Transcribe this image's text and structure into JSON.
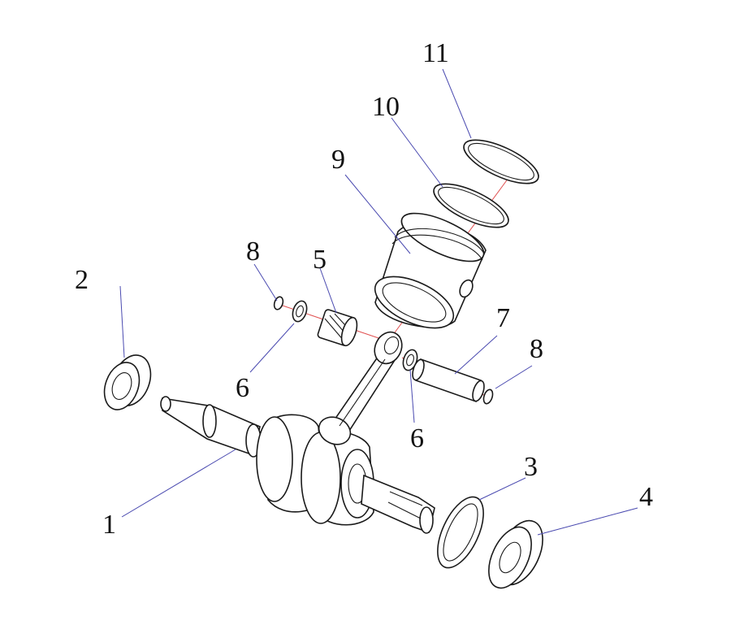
{
  "callouts": [
    {
      "id": "c1",
      "text": "1"
    },
    {
      "id": "c2",
      "text": "2"
    },
    {
      "id": "c3",
      "text": "3"
    },
    {
      "id": "c4",
      "text": "4"
    },
    {
      "id": "c5",
      "text": "5"
    },
    {
      "id": "c6a",
      "text": "6"
    },
    {
      "id": "c6b",
      "text": "6"
    },
    {
      "id": "c7",
      "text": "7"
    },
    {
      "id": "c8a",
      "text": "8"
    },
    {
      "id": "c8b",
      "text": "8"
    },
    {
      "id": "c9",
      "text": "9"
    },
    {
      "id": "c10",
      "text": "10"
    },
    {
      "id": "c11",
      "text": "11"
    }
  ],
  "colors": {
    "line": "#1a1a1a",
    "axis": "#e05050",
    "leader": "#4a4ab0",
    "background": "#ffffff"
  }
}
